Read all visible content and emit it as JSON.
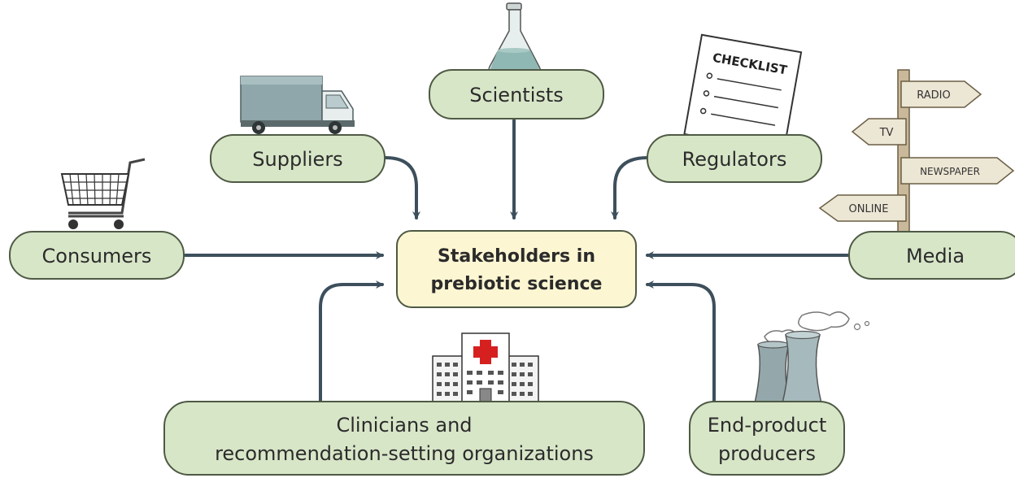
{
  "center": {
    "line1": "Stakeholders in",
    "line2": "prebiotic science"
  },
  "nodes": {
    "scientists": "Scientists",
    "suppliers": "Suppliers",
    "regulators": "Regulators",
    "consumers": "Consumers",
    "media": "Media",
    "clinicians_line1": "Clinicians and",
    "clinicians_line2": "recommendation-setting organizations",
    "producers_line1": "End-product",
    "producers_line2": "producers"
  },
  "illustrations": {
    "checklist_title": "CHECKLIST",
    "signpost": {
      "radio": "RADIO",
      "tv": "TV",
      "newspaper": "NEWSPAPER",
      "online": "ONLINE"
    }
  },
  "icons": [
    "flask-icon",
    "truck-icon",
    "checklist-icon",
    "shopping-cart-icon",
    "signpost-icon",
    "hospital-icon",
    "factory-icon"
  ],
  "colors": {
    "node_fill": "#d8e6c8",
    "node_stroke": "#4e5a44",
    "center_fill": "#fdf6d2",
    "arrow": "#3d4f5c"
  }
}
